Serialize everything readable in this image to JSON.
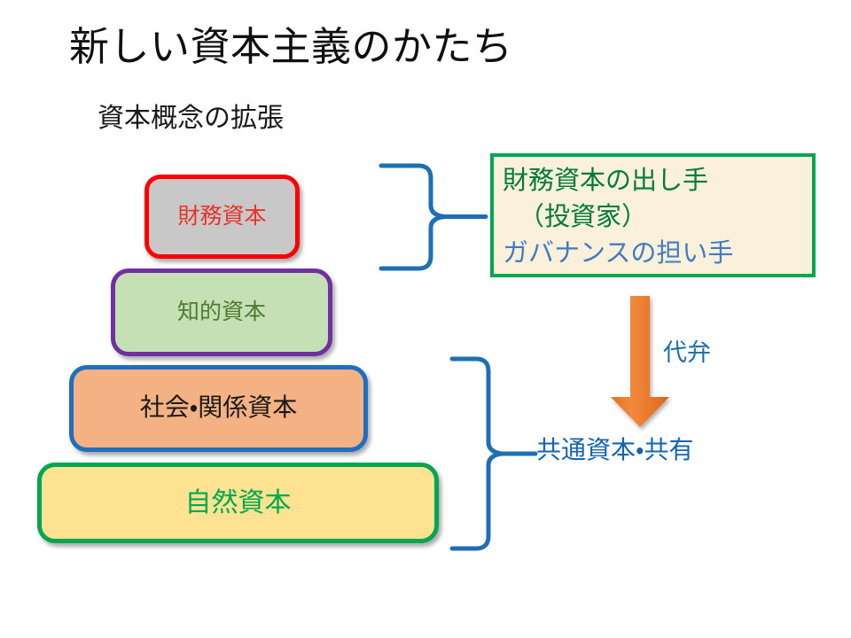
{
  "slide": {
    "title": "新しい資本主義のかたち",
    "subtitle": "資本概念の拡張",
    "background_color": "#FFFFFF"
  },
  "pyramid": {
    "levels": [
      {
        "id": "financial",
        "label": "財務資本",
        "fill_color": "#C8C8C8",
        "border_color": "#FF0000",
        "text_color": "#E8332A"
      },
      {
        "id": "intellectual",
        "label": "知的資本",
        "fill_color": "#C5E0B4",
        "border_color": "#7030A0",
        "text_color": "#4E7A32"
      },
      {
        "id": "social",
        "label": "社会・関係資本",
        "fill_color": "#F4B183",
        "border_color": "#1F6FC0",
        "text_color": "#1A1A1A"
      },
      {
        "id": "natural",
        "label": "自然資本",
        "fill_color": "#FDE391",
        "border_color": "#00A651",
        "text_color": "#00A84F"
      }
    ]
  },
  "callout": {
    "id": "investor-callout",
    "fill_color": "#FBF0D9",
    "border_color": "#00A651",
    "lines": [
      {
        "text": "財務資本の出し手",
        "color": "#007A3D"
      },
      {
        "text": "（投資家）",
        "color": "#007A3D"
      },
      {
        "text": "ガバナンスの担い手",
        "color": "#3F7CC4"
      }
    ]
  },
  "annotations": {
    "arrow_label": "代弁",
    "arrow_color": "#ED7D31",
    "common_capital_label": "共通資本・共有",
    "annotation_color": "#1F6FB4"
  },
  "braces": {
    "top_brace_color": "#1F6FB4",
    "bottom_brace_color": "#1F6FB4"
  }
}
